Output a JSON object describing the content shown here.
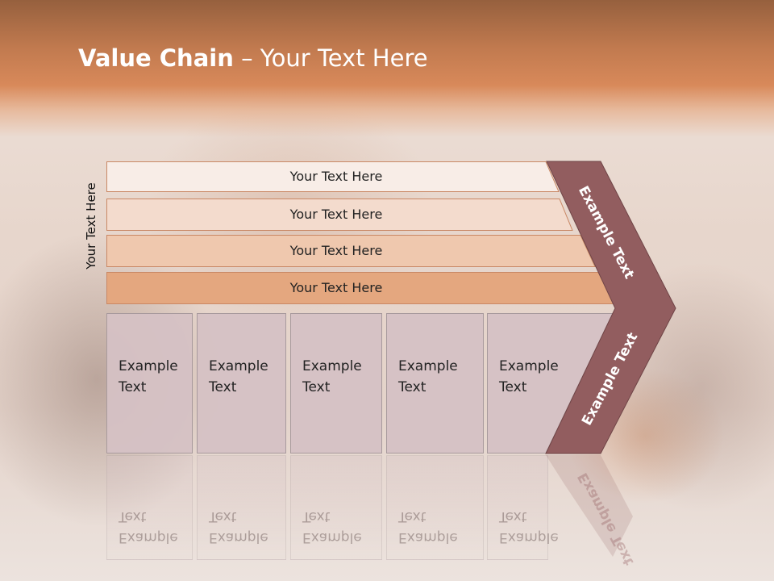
{
  "title": {
    "bold": "Value Chain",
    "rest": " – Your Text Here"
  },
  "side_label": "Your Text Here",
  "rows": [
    {
      "label": "Your Text Here",
      "fill": "#f8ede7"
    },
    {
      "label": "Your Text Here",
      "fill": "#f3dbcd"
    },
    {
      "label": "Your Text Here",
      "fill": "#efc8ae"
    },
    {
      "label": "Your Text Here",
      "fill": "#e4a77f"
    }
  ],
  "boxes": [
    {
      "label": "Example Text"
    },
    {
      "label": "Example Text"
    },
    {
      "label": "Example Text"
    },
    {
      "label": "Example Text"
    },
    {
      "label": "Example Text"
    }
  ],
  "chevron": {
    "top_label": "Example Text",
    "bottom_label": "Example Text",
    "fill": "#925d5f"
  },
  "colors": {
    "header": "#c98052",
    "row_border": "#c98865",
    "box_fill": "#d5c1c4"
  }
}
